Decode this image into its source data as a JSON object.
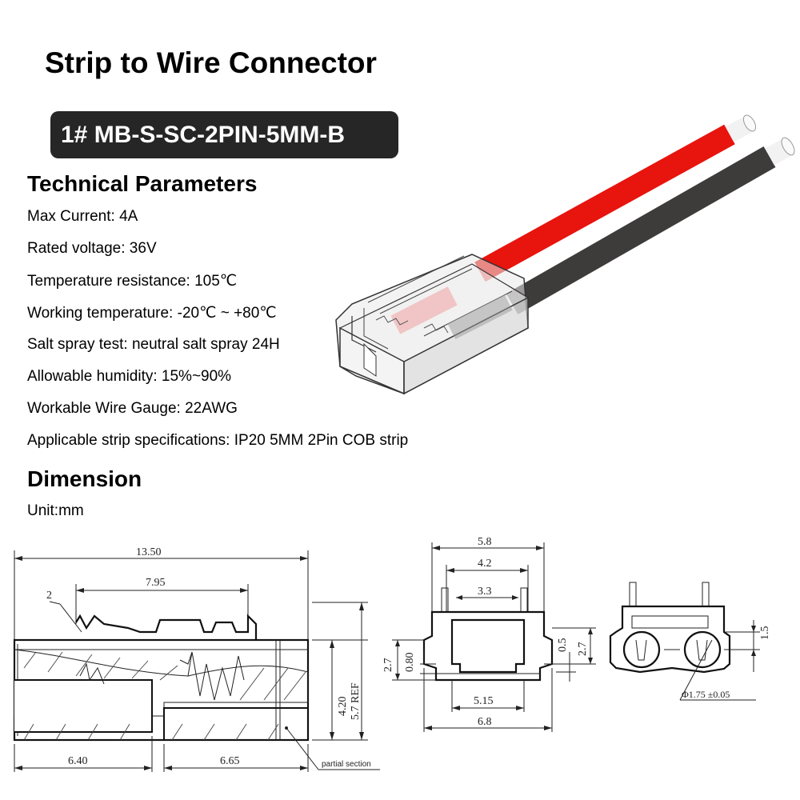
{
  "title": "Strip to Wire Connector",
  "model": "1# MB-S-SC-2PIN-5MM-B",
  "technical_heading": "Technical Parameters",
  "params": [
    "Max Current: 4A",
    "Rated voltage: 36V",
    "Temperature resistance: 105℃",
    "Working temperature: -20℃ ~ +80℃",
    "Salt spray test: neutral salt spray 24H",
    "Allowable humidity: 15%~90%",
    "Workable Wire Gauge: 22AWG",
    "Applicable strip specifications: IP20 5MM 2Pin COB strip"
  ],
  "dimension_heading": "Dimension",
  "unit": "Unit:mm",
  "side_view": {
    "overall_length": "13.50",
    "top_length": "7.95",
    "callout": "2",
    "left_length": "6.40",
    "right_length": "6.65",
    "height_inner": "4.20",
    "height_ref": "5.7 REF",
    "section_note": "partial section"
  },
  "front_view": {
    "top_outer": "5.8",
    "top_mid": "4.2",
    "top_inner": "3.3",
    "left_height": "2.7",
    "left_small": "0.80",
    "right_small": "0.5",
    "right_height": "2.7",
    "bottom_inner": "5.15",
    "bottom_outer": "6.8"
  },
  "end_view": {
    "height": "1.5",
    "hole_diameter": "Φ1.75 ±0.05"
  },
  "colors": {
    "wire_red": "#e8140e",
    "wire_black": "#3e3b3b",
    "label_bg": "#262626"
  }
}
